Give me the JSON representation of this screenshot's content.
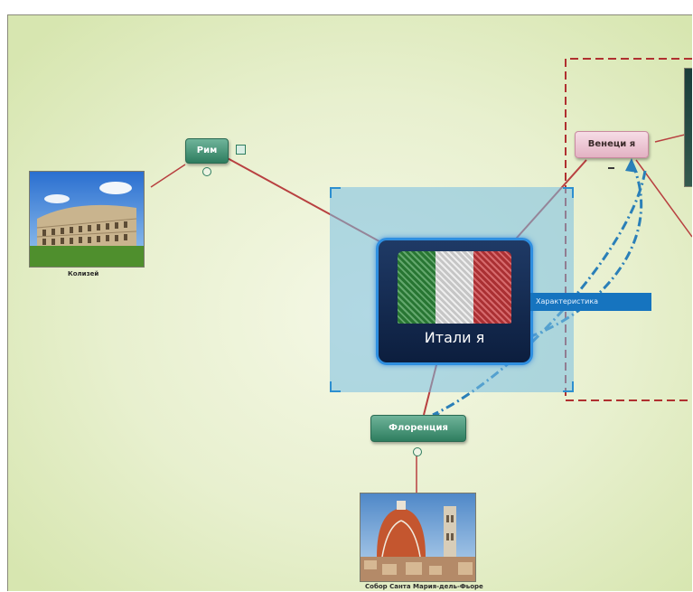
{
  "central": {
    "label": "Итали я"
  },
  "topics": {
    "rome": "Рим",
    "venice": "Венеци я",
    "florence": "Флоренция"
  },
  "photos": {
    "colosseum_caption": "Колизей",
    "cathedral_caption": "Собор Санта Мария-дель-Фьоре"
  },
  "relationship": {
    "label": "Характеристика"
  },
  "icons": [
    "collapse-toggle-icon",
    "note-icon",
    "expand-toggle-icon"
  ],
  "colors": {
    "branch_line": "#b84040",
    "relationship_line": "#2a7fb8",
    "boundary": "#b03030",
    "central_border": "#2f8fe0",
    "callout_bg": "#1674bf"
  }
}
